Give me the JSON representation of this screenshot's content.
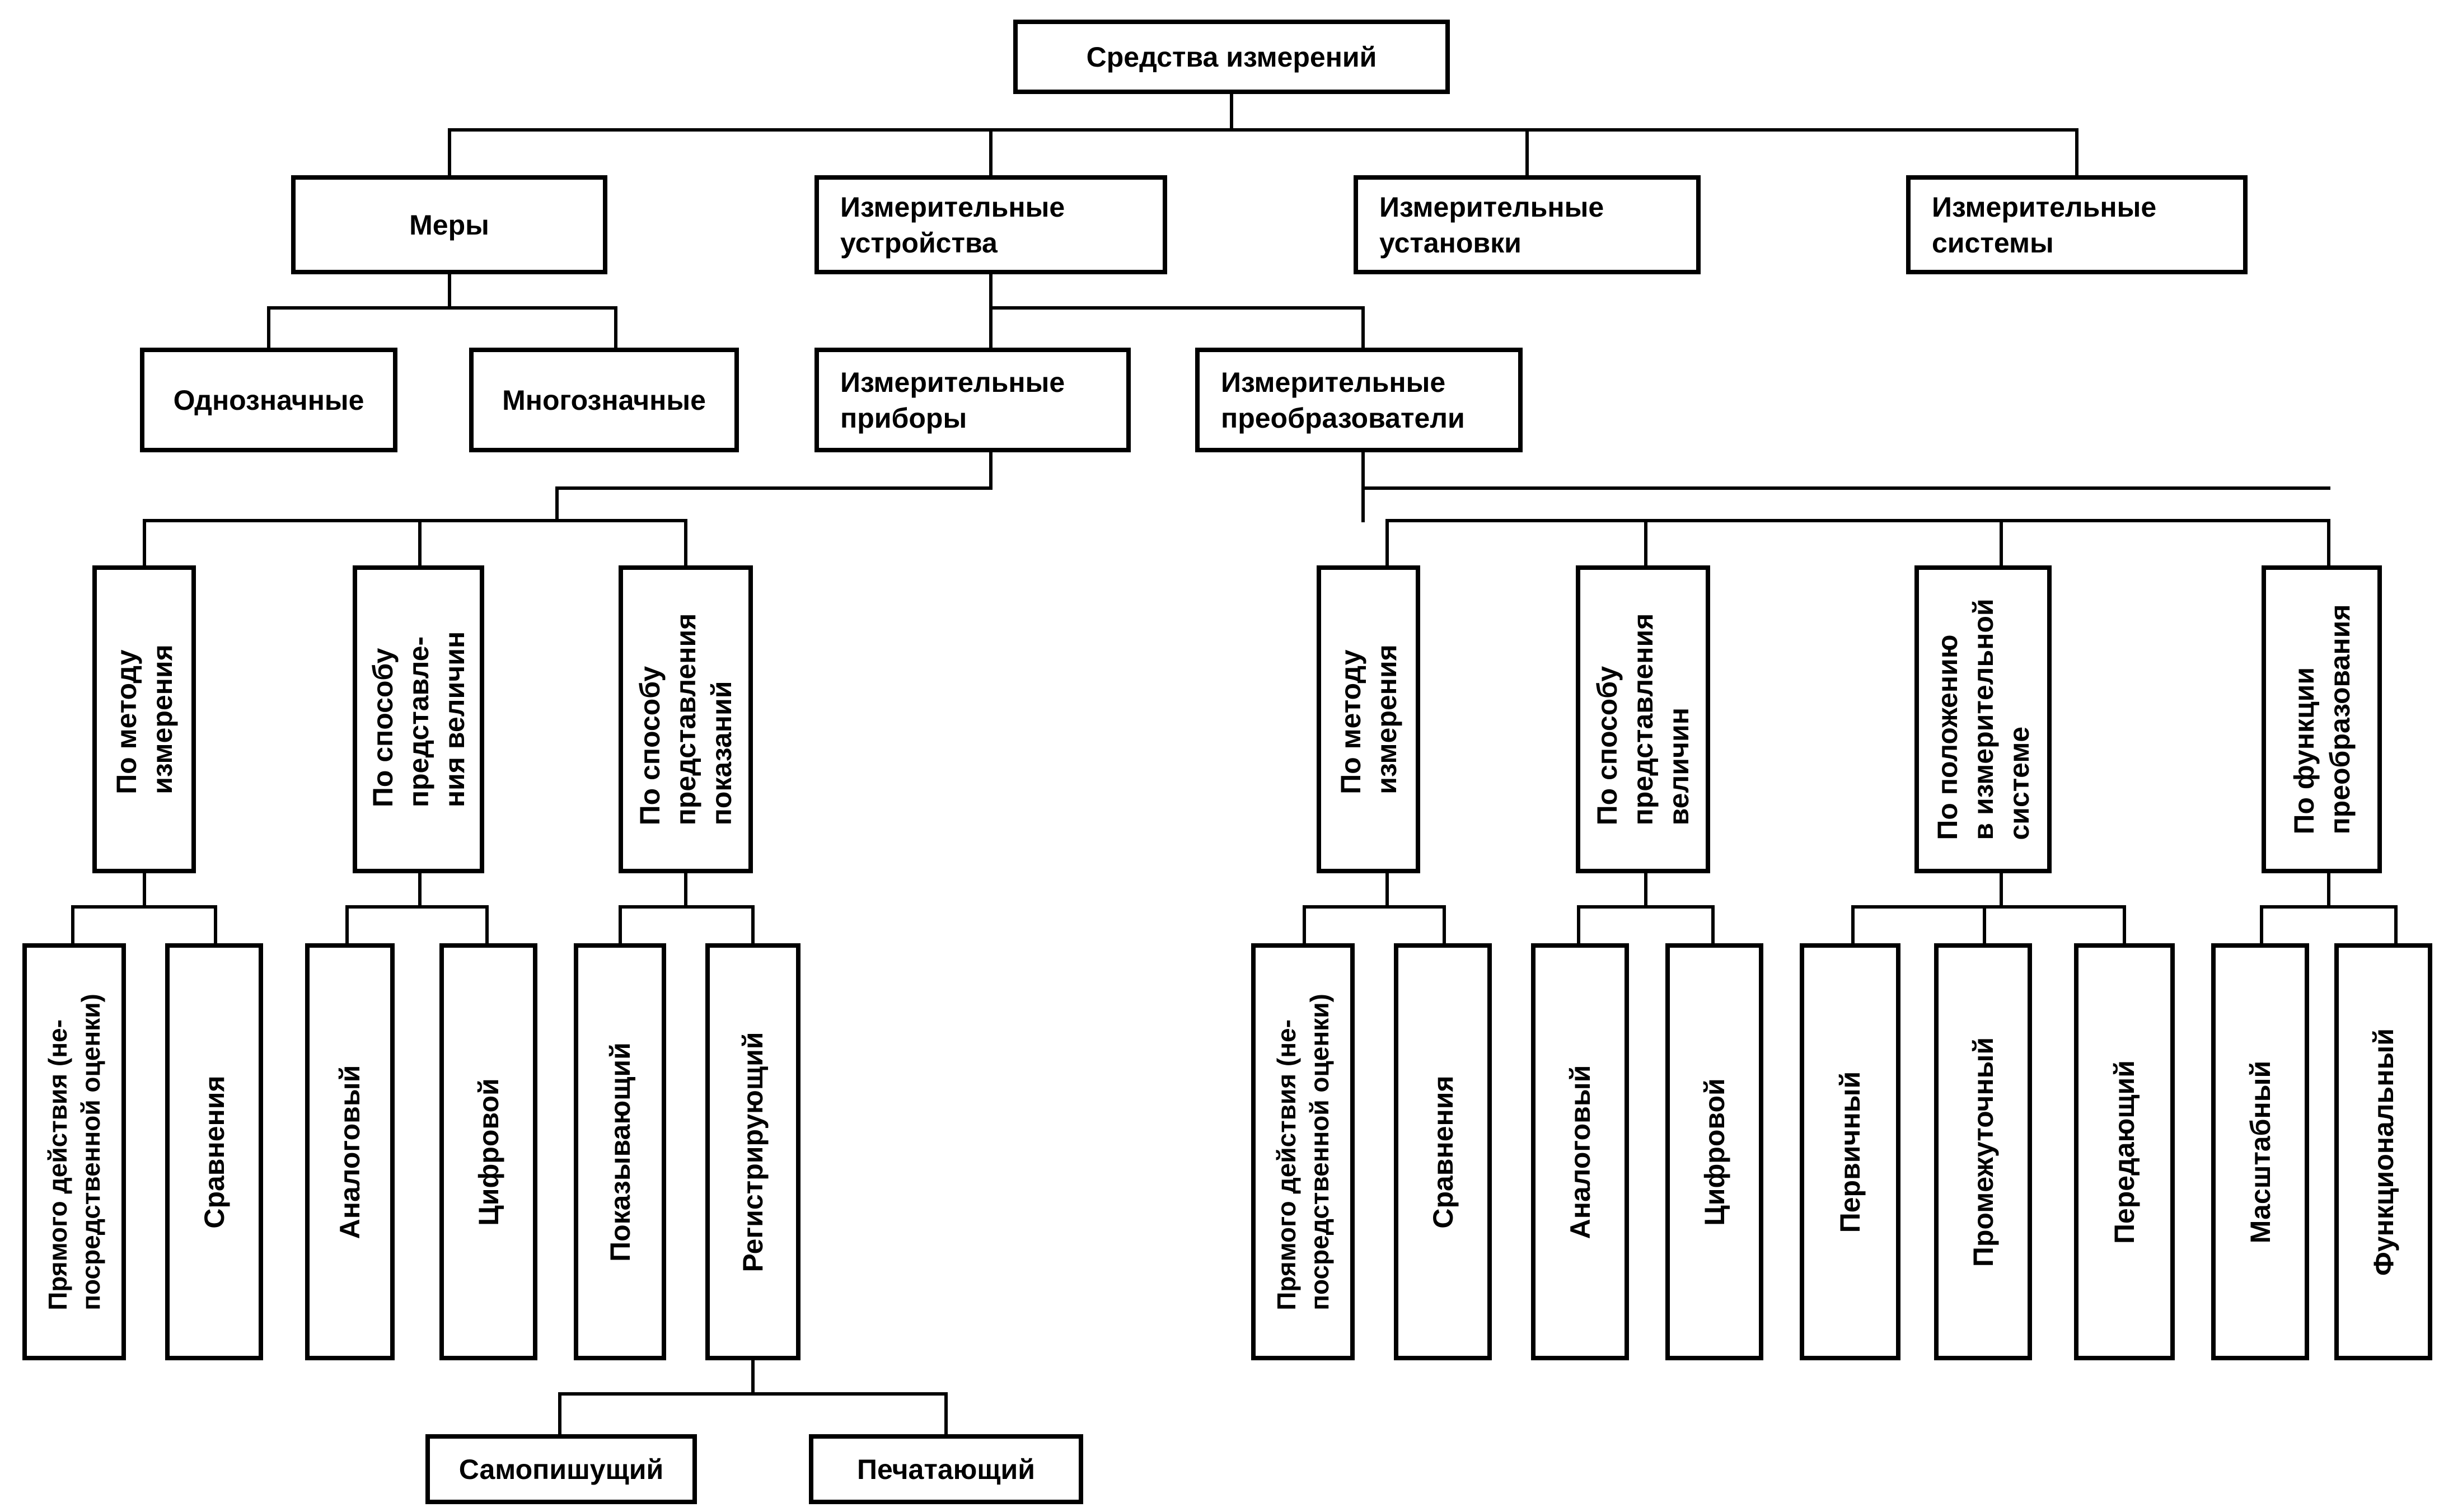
{
  "nodes": {
    "root": "Средства измерений",
    "mery": "Меры",
    "izm_ustr": [
      "Измерительные",
      "устройства"
    ],
    "izm_ustanovki": [
      "Измерительные",
      "установки"
    ],
    "izm_sistemy": [
      "Измерительные",
      "системы"
    ],
    "odnoznachnye": "Однозначные",
    "mnogoznachnye": "Многозначные",
    "izm_pribory": [
      "Измерительные",
      "приборы"
    ],
    "izm_preobr": [
      "Измерительные",
      "преобразователи"
    ],
    "pr_metod": [
      "По методу",
      "измерения"
    ],
    "pr_sposob_velichin": [
      "По способу",
      "представле-",
      "ния величин"
    ],
    "pr_sposob_pokazaniy": [
      "По способу",
      "представления",
      "показаний"
    ],
    "pr_pryamogo": [
      "Прямого действия (не-",
      "посредственной оценки)"
    ],
    "pr_sravneniya": "Сравнения",
    "pr_analog": "Аналоговый",
    "pr_cifr": "Цифровой",
    "pokazyvayushchiy": "Показывающий",
    "registriruyushchiy": "Регистрирующий",
    "samopishushchiy": "Самопишущий",
    "pechatayushchiy": "Печатающий",
    "pz_metod": [
      "По методу",
      "измерения"
    ],
    "pz_sposob": [
      "По способу",
      "представления",
      "величин"
    ],
    "pz_polozheniyu": [
      "По положению",
      "в измерительной",
      "системе"
    ],
    "pz_funkcii": [
      "По функции",
      "преобразования"
    ],
    "pz_pryamogo": [
      "Прямого действия (не-",
      "посредственной оценки)"
    ],
    "pz_sravneniya": "Сравнения",
    "pz_analog": "Аналоговый",
    "pz_cifr": "Цифровой",
    "pervichnyy": "Первичный",
    "promezhutochnyy": "Промежуточный",
    "peredayushchiy": "Передающий",
    "masshtabnyy": "Масштабный",
    "funkcionalnyy": "Функциональный"
  }
}
